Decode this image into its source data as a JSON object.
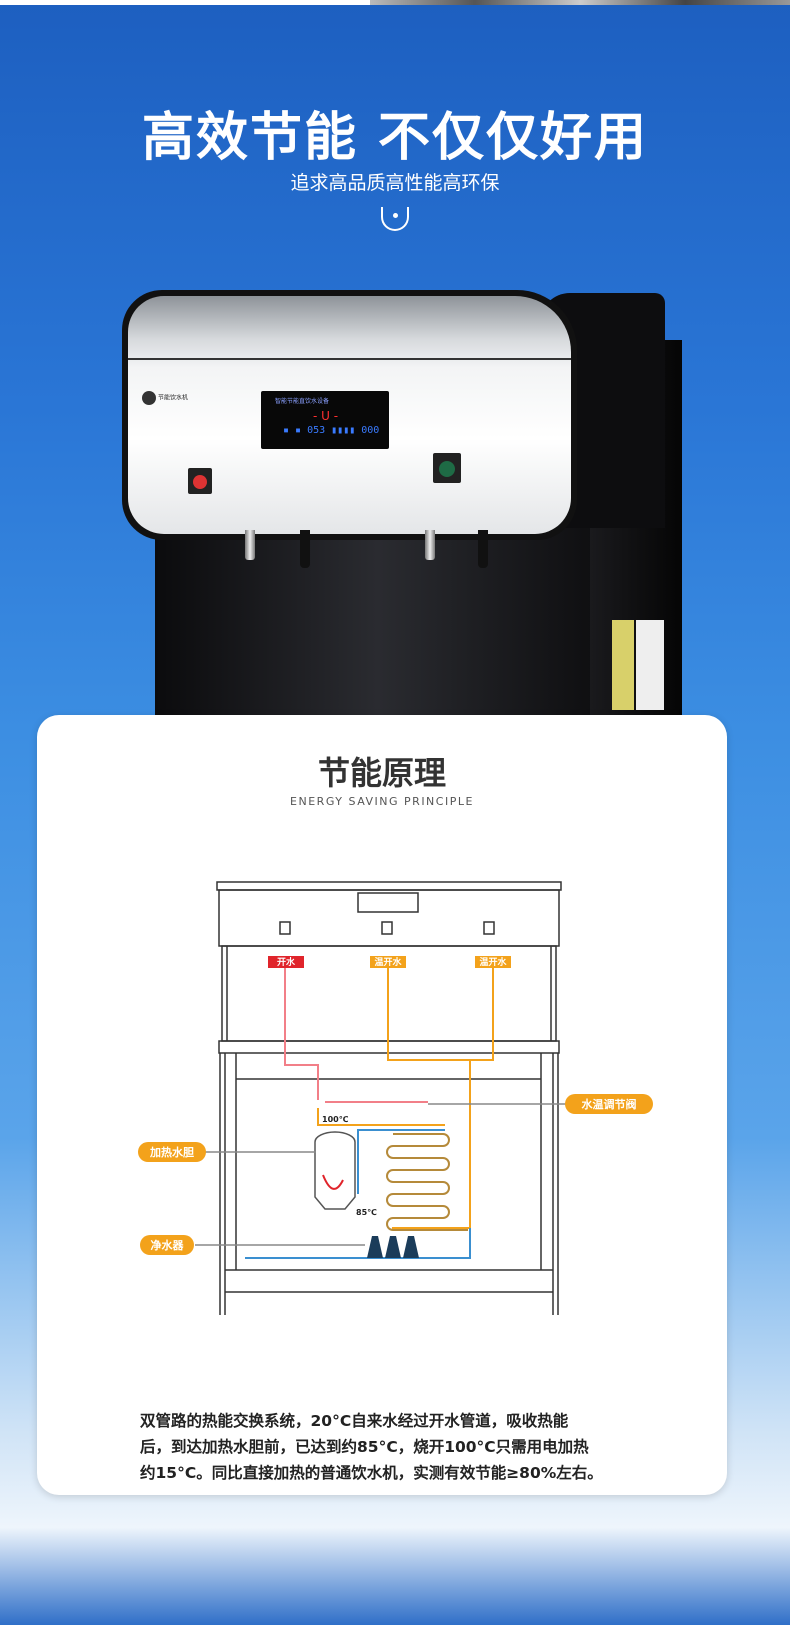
{
  "hero": {
    "title": "高效节能 不仅仅好用",
    "subtitle": "追求高品质高性能高环保",
    "scroll_icon": "scroll-down-icon"
  },
  "product": {
    "display_caption": "智能节能直饮水设备",
    "display_readout": "▪ ▪ 053 ▮▮▮▮ 000",
    "display_flag": "- U -",
    "logo_text": "节能饮水机"
  },
  "card": {
    "title": "节能原理",
    "subtitle": "ENERGY SAVING PRINCIPLE",
    "labels": {
      "boiling": "开水",
      "warm1": "温开水",
      "warm2": "温开水",
      "valve": "水温调节阀",
      "tank": "加热水胆",
      "filter": "净水器",
      "t100": "100℃",
      "t85": "85℃"
    },
    "description": [
      "双管路的热能交换系统，20°C自来水经过开水管道，吸收热能",
      "后，到达加热水胆前，已达到约85°C，烧开100°C只需用电加热",
      "约15°C。同比直接加热的普通饮水机，实测有效节能≥80%左右。"
    ]
  },
  "colors": {
    "orange": "#f3a21b",
    "red": "#e0242b",
    "blue_pipe": "#3a8fd0",
    "pink_pipe": "#f27f88"
  }
}
